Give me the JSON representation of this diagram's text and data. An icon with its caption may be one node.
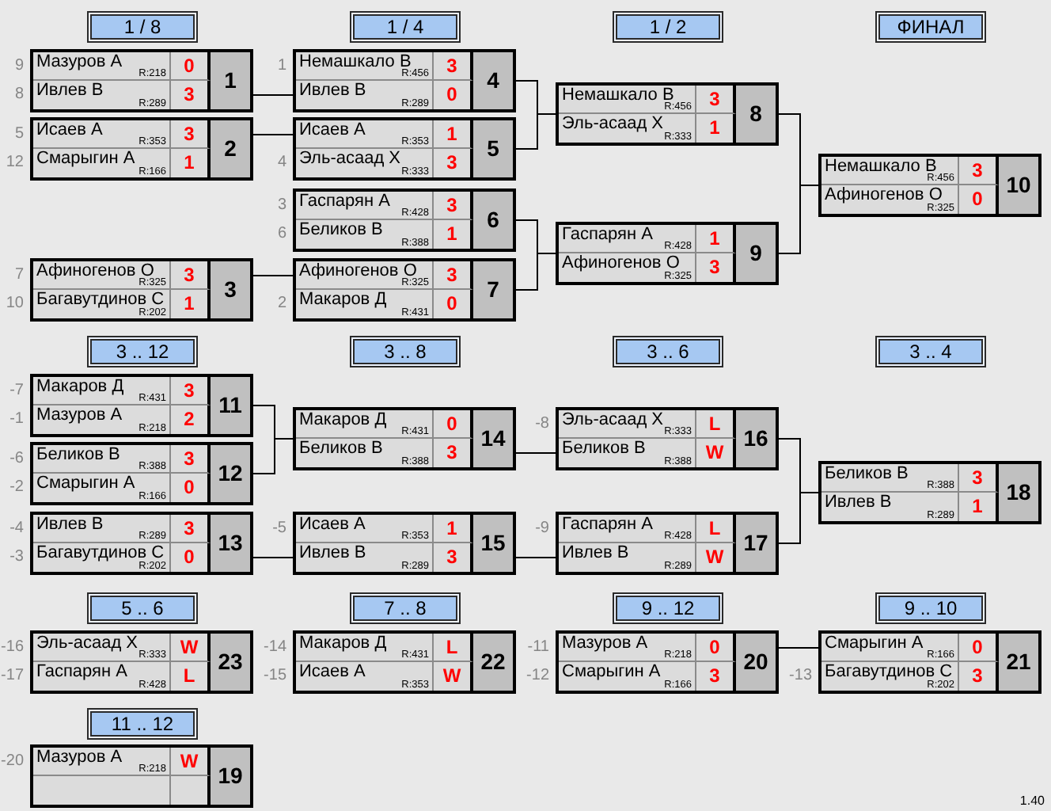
{
  "diagram": {
    "nodes": [
      {
        "text": [
          "1 / 8"
        ]
      },
      {
        "text": [
          "1 / 4"
        ]
      },
      {
        "text": [
          "1 / 2"
        ]
      },
      {
        "text": [
          "ФИНАЛ"
        ]
      },
      {
        "text": [
          "1"
        ]
      },
      {
        "text": [
          "Мазуров А",
          "R:218",
          "0"
        ],
        "beside": [
          "9"
        ],
        "in": 4
      },
      {
        "text": [
          "Ивлев В",
          "R:289",
          "3"
        ],
        "beside": [
          "8"
        ],
        "in": 4
      },
      {
        "text": [
          "2"
        ]
      },
      {
        "text": [
          "Исаев А",
          "R:353",
          "3"
        ],
        "beside": [
          "5"
        ],
        "in": 7
      },
      {
        "text": [
          "Смарыгин А",
          "R:166",
          "1"
        ],
        "beside": [
          "12"
        ],
        "in": 7
      },
      {
        "text": [
          "3"
        ]
      },
      {
        "text": [
          "Афиногенов О",
          "R:325",
          "3"
        ],
        "beside": [
          "7"
        ],
        "in": 10
      },
      {
        "text": [
          "Багавутдинов С",
          "R:202",
          "1"
        ],
        "beside": [
          "10"
        ],
        "in": 10
      },
      {
        "text": [
          "4"
        ]
      },
      {
        "text": [
          "Немашкало В",
          "R:456",
          "3"
        ],
        "beside": [
          "1"
        ],
        "in": 13
      },
      {
        "text": [
          "Ивлев В",
          "R:289",
          "0"
        ],
        "in": 13
      },
      {
        "text": [
          "5"
        ]
      },
      {
        "text": [
          "Исаев А",
          "R:353",
          "1"
        ],
        "in": 16
      },
      {
        "text": [
          "Эль-асаад Х",
          "R:333",
          "3"
        ],
        "beside": [
          "4"
        ],
        "in": 16
      },
      {
        "text": [
          "6"
        ]
      },
      {
        "text": [
          "Гаспарян А",
          "R:428",
          "3"
        ],
        "beside": [
          "3"
        ],
        "in": 19
      },
      {
        "text": [
          "Беликов В",
          "R:388",
          "1"
        ],
        "beside": [
          "6"
        ],
        "in": 19
      },
      {
        "text": [
          "7"
        ]
      },
      {
        "text": [
          "Афиногенов О",
          "R:325",
          "3"
        ],
        "in": 22
      },
      {
        "text": [
          "Макаров Д",
          "R:431",
          "0"
        ],
        "beside": [
          "2"
        ],
        "in": 22
      },
      {
        "text": [
          "8"
        ]
      },
      {
        "text": [
          "Немашкало В",
          "R:456",
          "3"
        ],
        "in": 25
      },
      {
        "text": [
          "Эль-асаад Х",
          "R:333",
          "1"
        ],
        "in": 25
      },
      {
        "text": [
          "9"
        ]
      },
      {
        "text": [
          "Гаспарян А",
          "R:428",
          "1"
        ],
        "in": 28
      },
      {
        "text": [
          "Афиногенов О",
          "R:325",
          "3"
        ],
        "in": 28
      },
      {
        "text": [
          "10"
        ]
      },
      {
        "text": [
          "Немашкало В",
          "R:456",
          "3"
        ],
        "in": 31
      },
      {
        "text": [
          "Афиногенов О",
          "R:325",
          "0"
        ],
        "in": 31
      },
      {
        "text": [
          "3 .. 12"
        ]
      },
      {
        "text": [
          "3 .. 8"
        ]
      },
      {
        "text": [
          "3 .. 6"
        ]
      },
      {
        "text": [
          "3 .. 4"
        ]
      },
      {
        "text": [
          "11"
        ]
      },
      {
        "text": [
          "Макаров Д",
          "R:431",
          "3"
        ],
        "beside": [
          "-7"
        ],
        "in": 38
      },
      {
        "text": [
          "Мазуров А",
          "R:218",
          "2"
        ],
        "beside": [
          "-1"
        ],
        "in": 38
      },
      {
        "text": [
          "12"
        ]
      },
      {
        "text": [
          "Беликов В",
          "R:388",
          "3"
        ],
        "beside": [
          "-6"
        ],
        "in": 41
      },
      {
        "text": [
          "Смарыгин А",
          "R:166",
          "0"
        ],
        "beside": [
          "-2"
        ],
        "in": 41
      },
      {
        "text": [
          "13"
        ]
      },
      {
        "text": [
          "Ивлев В",
          "R:289",
          "3"
        ],
        "beside": [
          "-4"
        ],
        "in": 44
      },
      {
        "text": [
          "Багавутдинов С",
          "R:202",
          "0"
        ],
        "beside": [
          "-3"
        ],
        "in": 44
      },
      {
        "text": [
          "14"
        ]
      },
      {
        "text": [
          "Макаров Д",
          "R:431",
          "0"
        ],
        "in": 47
      },
      {
        "text": [
          "Беликов В",
          "R:388",
          "3"
        ],
        "in": 47
      },
      {
        "text": [
          "15"
        ]
      },
      {
        "text": [
          "Исаев А",
          "R:353",
          "1"
        ],
        "beside": [
          "-5"
        ],
        "in": 50
      },
      {
        "text": [
          "Ивлев В",
          "R:289",
          "3"
        ],
        "in": 50
      },
      {
        "text": [
          "16"
        ]
      },
      {
        "text": [
          "Эль-асаад Х",
          "R:333",
          "L"
        ],
        "beside": [
          "-8"
        ],
        "in": 53
      },
      {
        "text": [
          "Беликов В",
          "R:388",
          "W"
        ],
        "in": 53
      },
      {
        "text": [
          "17"
        ]
      },
      {
        "text": [
          "Гаспарян А",
          "R:428",
          "L"
        ],
        "beside": [
          "-9"
        ],
        "in": 56
      },
      {
        "text": [
          "Ивлев В",
          "R:289",
          "W"
        ],
        "in": 56
      },
      {
        "text": [
          "18"
        ]
      },
      {
        "text": [
          "Беликов В",
          "R:388",
          "3"
        ],
        "in": 59
      },
      {
        "text": [
          "Ивлев В",
          "R:289",
          "1"
        ],
        "in": 59
      },
      {
        "text": [
          "5 .. 6"
        ]
      },
      {
        "text": [
          "7 .. 8"
        ]
      },
      {
        "text": [
          "9 .. 12"
        ]
      },
      {
        "text": [
          "9 .. 10"
        ]
      },
      {
        "text": [
          "23"
        ]
      },
      {
        "text": [
          "Эль-асаад Х",
          "R:333",
          "W"
        ],
        "beside": [
          "-16"
        ],
        "in": 66
      },
      {
        "text": [
          "Гаспарян А",
          "R:428",
          "L"
        ],
        "beside": [
          "-17"
        ],
        "in": 66
      },
      {
        "text": [
          "22"
        ]
      },
      {
        "text": [
          "Макаров Д",
          "R:431",
          "L"
        ],
        "beside": [
          "-14"
        ],
        "in": 69
      },
      {
        "text": [
          "Исаев А",
          "R:353",
          "W"
        ],
        "beside": [
          "-15"
        ],
        "in": 69
      },
      {
        "text": [
          "20"
        ]
      },
      {
        "text": [
          "Мазуров А",
          "R:218",
          "0"
        ],
        "beside": [
          "-11"
        ],
        "in": 72
      },
      {
        "text": [
          "Смарыгин А",
          "R:166",
          "3"
        ],
        "beside": [
          "-12"
        ],
        "in": 72
      },
      {
        "text": [
          "21"
        ]
      },
      {
        "text": [
          "Смарыгин А",
          "R:166",
          "0"
        ],
        "in": 75
      },
      {
        "text": [
          "Багавутдинов С",
          "R:202",
          "3"
        ],
        "beside": [
          "-13"
        ],
        "in": 75
      },
      {
        "text": [
          "11 .. 12"
        ]
      },
      {
        "text": [
          "19"
        ]
      },
      {
        "text": [
          "Мазуров А",
          "R:218",
          "W"
        ],
        "beside": [
          "-20"
        ],
        "in": 79
      },
      {
        "text": [],
        "shape": "box",
        "in": 79
      }
    ],
    "edges": [
      {
        "from": 4,
        "to": 15,
        "arrow": "none"
      },
      {
        "from": 7,
        "to": 17,
        "arrow": "none"
      },
      {
        "from": 10,
        "to": 23,
        "arrow": "none"
      },
      {
        "from": 13,
        "to": 25,
        "arrow": "none"
      },
      {
        "from": 16,
        "to": 25,
        "arrow": "none"
      },
      {
        "from": 19,
        "to": 28,
        "arrow": "none"
      },
      {
        "from": 22,
        "to": 28,
        "arrow": "none"
      },
      {
        "from": 25,
        "to": 31,
        "arrow": "none"
      },
      {
        "from": 28,
        "to": 31,
        "arrow": "none"
      },
      {
        "from": 38,
        "to": 47,
        "arrow": "none"
      },
      {
        "from": 41,
        "to": 47,
        "arrow": "none"
      },
      {
        "from": 44,
        "to": 52,
        "arrow": "none"
      },
      {
        "from": 47,
        "to": 55,
        "arrow": "none"
      },
      {
        "from": 50,
        "to": 58,
        "arrow": "none"
      },
      {
        "from": 53,
        "to": 59,
        "arrow": "none"
      },
      {
        "from": 56,
        "to": 59,
        "arrow": "none"
      },
      {
        "from": 72,
        "to": 76,
        "arrow": "none"
      }
    ],
    "labels": [
      "1.40"
    ]
  }
}
